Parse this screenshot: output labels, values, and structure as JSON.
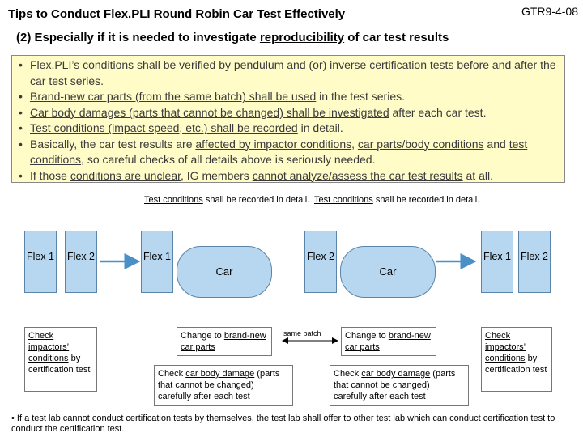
{
  "header": {
    "title": "Tips to Conduct Flex.PLI Round  Robin Car Test Effectively",
    "code": "GTR9-4-08",
    "subtitle_a": "(2) Especially if it is needed to investigate ",
    "subtitle_u": "reproducibility",
    "subtitle_b": " of car test results"
  },
  "bullets": {
    "b1": {
      "u1": "Flex.PLI’s conditions shall be verified",
      "t1": " by pendulum and (or) inverse certification tests before and after the car test series."
    },
    "b2": {
      "u1": "Brand-new car parts (from  the same batch) shall be used",
      "t1": " in the test series."
    },
    "b3": {
      "u1": "Car body damages (parts that cannot be changed) shall be investigated",
      "t1": " after each car test."
    },
    "b4": {
      "u1": "Test conditions (impact speed, etc.) shall be recorded",
      "t1": " in detail."
    },
    "b5": {
      "t1": "Basically, the car test results are ",
      "u1": "affected by impactor conditions",
      "t2": ", ",
      "u2": "car parts/body conditions",
      "t3": " and ",
      "u3": "test conditions",
      "t4": ", so careful checks of all details above is seriously needed."
    },
    "b6": {
      "t1": "If those ",
      "u1": "conditions are unclear",
      "t2": ", IG members ",
      "u2": "cannot analyze/assess the car test results",
      "t3": " at all."
    }
  },
  "notes": {
    "test_conditions_u": "Test conditions",
    "test_conditions_t": " shall be recorded in detail.",
    "check_impactor_u": "Check impactors’ conditions",
    "check_impactor_t": " by certification test",
    "change_u": "brand-new car parts",
    "change_t": "Change to ",
    "damage_t1": "Check ",
    "damage_u": "car body damage",
    "damage_t2": " (parts that cannot be changed) carefully after each test",
    "same_batch": "same batch"
  },
  "boxes": {
    "flex1": "Flex 1",
    "flex2": "Flex 2",
    "car": "Car"
  },
  "footnote": {
    "t1": "• If a test lab cannot conduct certification tests by themselves, the ",
    "u1": "test lab shall offer to other test lab",
    "t2": " which can conduct certification test to conduct the certification test."
  },
  "colors": {
    "box_fill": "#b7d7f0",
    "bullet_panel": "#fffcc8",
    "arrow": "#4a90c8"
  }
}
